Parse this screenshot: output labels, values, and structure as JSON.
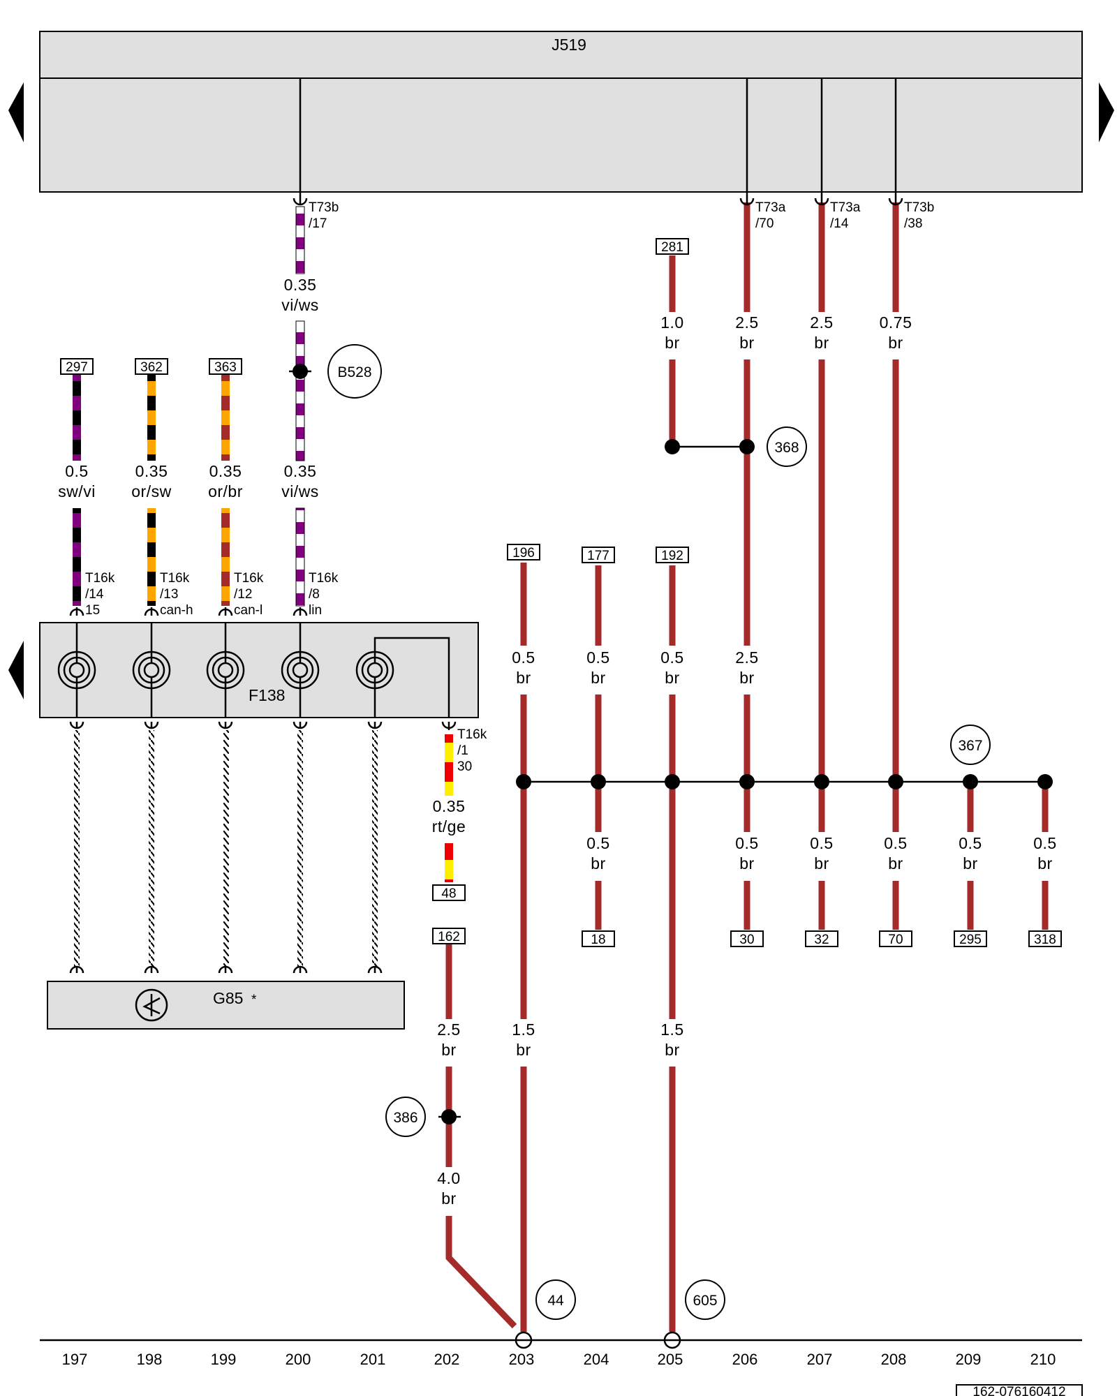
{
  "diagram_id": "162-076160412",
  "colors": {
    "brown": "#a52a2a",
    "violet": "#800080",
    "orange": "#ffa500",
    "red": "#ee0000",
    "yellow": "#ffee00",
    "black": "#000000",
    "component_fill": "#e0e0e0"
  },
  "components": {
    "j519": "J519",
    "f138": "F138",
    "g85": "G85",
    "g85_star": "*",
    "g85_symbol": "angle-sensor-icon"
  },
  "connectors": {
    "t73b_17": [
      "T73b",
      "/17"
    ],
    "t73a_70": [
      "T73a",
      "/70"
    ],
    "t73a_14": [
      "T73a",
      "/14"
    ],
    "t73b_38": [
      "T73b",
      "/38"
    ],
    "t16k_14": [
      "T16k",
      "/14",
      "15"
    ],
    "t16k_13": [
      "T16k",
      "/13",
      "can-h"
    ],
    "t16k_12": [
      "T16k",
      "/12",
      "can-l"
    ],
    "t16k_8": [
      "T16k",
      "/8",
      "lin"
    ],
    "t16k_1": [
      "T16k",
      "/1",
      "30"
    ]
  },
  "wire_labels": {
    "w200_top": [
      "0.35",
      "vi/ws"
    ],
    "w200_mid": [
      "0.35",
      "vi/ws"
    ],
    "w197": [
      "0.5",
      "sw/vi"
    ],
    "w198": [
      "0.35",
      "or/sw"
    ],
    "w199": [
      "0.35",
      "or/br"
    ],
    "w202_a": [
      "0.35",
      "rt/ge"
    ],
    "w202_b": [
      "2.5",
      "br"
    ],
    "w202_c": [
      "4.0",
      "br"
    ],
    "w203_top": [
      "0.5",
      "br"
    ],
    "w203_bot": [
      "1.5",
      "br"
    ],
    "w204_top": [
      "0.5",
      "br"
    ],
    "w204_bot": [
      "0.5",
      "br"
    ],
    "w205_top": [
      "0.5",
      "br"
    ],
    "w205_bot": [
      "1.5",
      "br"
    ],
    "w205_upper": [
      "1.0",
      "br"
    ],
    "w206_upper": [
      "2.5",
      "br"
    ],
    "w206_mid": [
      "2.5",
      "br"
    ],
    "w206_bot": [
      "0.5",
      "br"
    ],
    "w207_upper": [
      "2.5",
      "br"
    ],
    "w207_bot": [
      "0.5",
      "br"
    ],
    "w208_upper": [
      "0.75",
      "br"
    ],
    "w208_bot": [
      "0.5",
      "br"
    ],
    "w209_bot": [
      "0.5",
      "br"
    ],
    "w210_bot": [
      "0.5",
      "br"
    ]
  },
  "refs": {
    "r297": "297",
    "r362": "362",
    "r363": "363",
    "r281": "281",
    "r196": "196",
    "r177": "177",
    "r192": "192",
    "r48": "48",
    "r162": "162",
    "r18": "18",
    "r30": "30",
    "r32": "32",
    "r70": "70",
    "r295": "295",
    "r318": "318"
  },
  "junctions": {
    "b528": "B528",
    "c368": "368",
    "c367": "367",
    "c386": "386",
    "c44": "44",
    "c605": "605"
  },
  "columns": [
    "197",
    "198",
    "199",
    "200",
    "201",
    "202",
    "203",
    "204",
    "205",
    "206",
    "207",
    "208",
    "209",
    "210"
  ],
  "nav": {
    "left_top": "arrow-left-icon",
    "left_mid": "arrow-left-icon",
    "right_top": "arrow-right-icon"
  }
}
